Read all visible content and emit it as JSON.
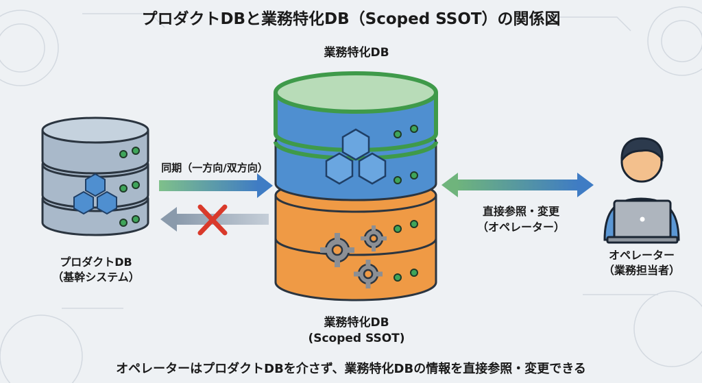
{
  "title": "プロダクトDBと業務特化DB（Scoped SSOT）の関係図",
  "top_db_label": "業務特化DB",
  "product_db": {
    "line1": "プロダクトDB",
    "line2": "（基幹システム）"
  },
  "sync_label": "同期（一方向/双方向）",
  "scoped_db": {
    "line1": "業務特化DB",
    "line2": "(Scoped SSOT)"
  },
  "direct_access": {
    "line1": "直接参照・変更",
    "line2": "（オペレーター）"
  },
  "operator": {
    "line1": "オペレーター",
    "line2": "（業務担当者）"
  },
  "footer": "オペレーターはプロダクトDBを介さず、業務特化DBの情報を直接参照・変更できる",
  "colors": {
    "green_top": "#b8dcb8",
    "green_outline": "#3f9a4a",
    "blue_body": "#4f8fd0",
    "orange_body": "#ef9a45",
    "gray_db": "#9fb1c3",
    "arrow_green": "#6fb47c",
    "arrow_blue": "#3f7cc4",
    "cross_red": "#d93a2b"
  }
}
